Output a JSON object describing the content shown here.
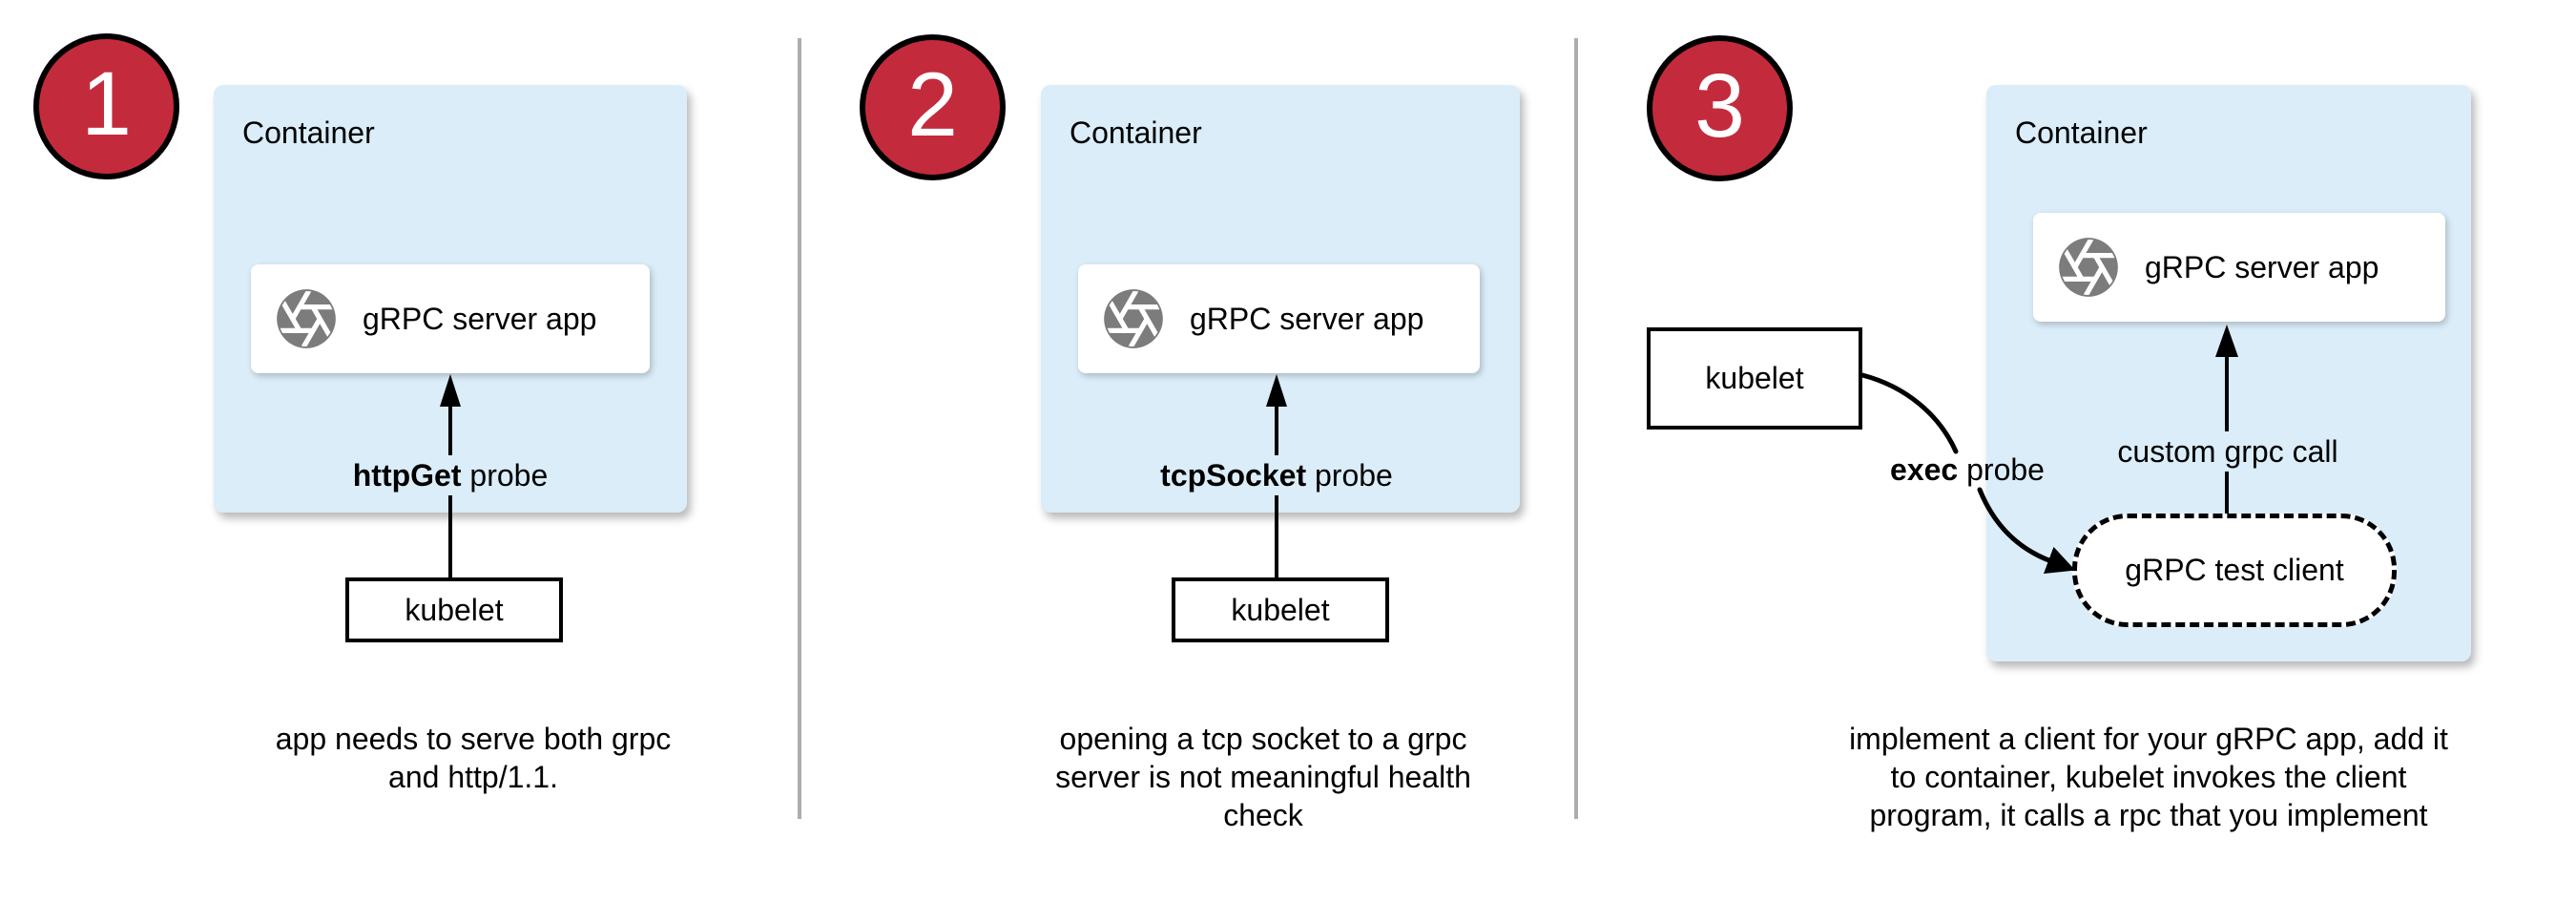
{
  "colors": {
    "red": "#C32B3C",
    "container_blue": "#DAEDF9",
    "icon_gray": "#7C7C7C",
    "divider_gray": "#ADADAD",
    "line_black": "#000000"
  },
  "panels": [
    {
      "number": "1",
      "container_label": "Container",
      "app_label": "gRPC server app",
      "app_icon": "aperture-icon",
      "probe_bold": "httpGet",
      "probe_rest": " probe",
      "kubelet_label": "kubelet",
      "caption_lines": [
        "app needs to serve both grpc",
        "and http/1.1."
      ]
    },
    {
      "number": "2",
      "container_label": "Container",
      "app_label": "gRPC server app",
      "app_icon": "aperture-icon",
      "probe_bold": "tcpSocket",
      "probe_rest": " probe",
      "kubelet_label": "kubelet",
      "caption_lines": [
        "opening a tcp socket to a grpc",
        "server is not meaningful health",
        "check"
      ]
    },
    {
      "number": "3",
      "container_label": "Container",
      "app_label": "gRPC server app",
      "app_icon": "aperture-icon",
      "probe_bold": "exec",
      "probe_rest": " probe",
      "kubelet_label": "kubelet",
      "custom_call_label": "custom grpc call",
      "test_client_label": "gRPC test client",
      "caption_lines": [
        "implement a client for your gRPC app, add it",
        "to container, kubelet invokes the client",
        "program, it calls a rpc that you implement"
      ]
    }
  ]
}
